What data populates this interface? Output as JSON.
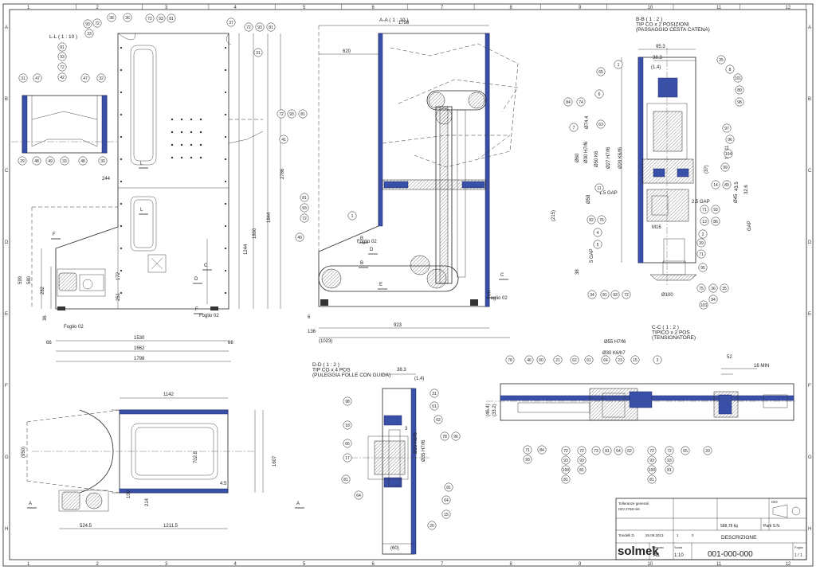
{
  "views": {
    "ll": "L-L ( 1 : 10 )",
    "aa": "A-A ( 1 : 10 )",
    "bb": [
      "B-B ( 1 : 2 )",
      "TIP CO x 2 POSIZIONI",
      "(PASSAGGIO CESTA CATENA)"
    ],
    "dd": [
      "D-D ( 1 : 2 )",
      "TIP CO x 4 POS",
      "(PULEGGIA FOLLE CON GUIDA)"
    ],
    "cc": [
      "C-C ( 1 : 2 )",
      "TIPICO x 2 POS",
      "(TENSIONATORE)"
    ]
  },
  "front_dims": [
    "1530",
    "1662",
    "1798",
    "66",
    "66",
    "244",
    "1244",
    "1800",
    "1844",
    "2786",
    "599",
    "580",
    "282",
    "172",
    "251",
    "36"
  ],
  "side_dims": [
    "1798",
    "620",
    "923",
    "(1023)",
    "136",
    "6"
  ],
  "plan_dims": [
    "1142",
    "524.5",
    "1211.5",
    "(950)",
    "1607",
    "702.8",
    "100",
    "214",
    "4.5"
  ],
  "bb_dims": [
    "95.3",
    "38.3",
    "(1.4)",
    "Ø74.4",
    "Ø30 H7/f6",
    "Ø50 K6",
    "Ø27 H7/f6",
    "Ø20 K6/f6",
    "Ø60",
    "Ø58",
    "Ø45",
    "117.11",
    "(215)",
    "M16",
    "Ø100",
    "5 GAP",
    "1.5 GAP",
    "2.5 GAP",
    "GAP",
    "(37)",
    "43.5",
    "32.6",
    "38"
  ],
  "dd_dims": [
    "38.3",
    "(1.4)",
    "(60)",
    "Ø20 K6/f6",
    "Ø35 H7/f6",
    "3"
  ],
  "cc_dims": [
    "Ø55 H7/f6",
    "Ø30 K6/h7",
    "(46.4)",
    "(33.2)",
    "52",
    "16 MIN"
  ],
  "section_marks": [
    "L",
    "L",
    "F",
    "F",
    "D",
    "C",
    "B",
    "B",
    "E",
    "E",
    "A",
    "A",
    "C",
    "D"
  ],
  "sheet_refs": [
    "Foglio 02",
    "Foglio 02",
    "Foglio 02",
    "Foglio 02"
  ],
  "bubbles": {
    "ll": [
      "81",
      "93",
      "72",
      "42",
      "31",
      "47",
      "47",
      "32",
      "29",
      "48",
      "49",
      "33",
      "48",
      "30"
    ],
    "front": [
      "93",
      "72",
      "38",
      "36",
      "72",
      "93",
      "81",
      "33",
      "37",
      "72",
      "93",
      "81",
      "31",
      "72",
      "93",
      "81",
      "41"
    ],
    "aa": [
      "1",
      "81",
      "93",
      "72",
      "40"
    ],
    "bb_left": [
      "1",
      "65",
      "84",
      "74",
      "6",
      "63",
      "7",
      "11",
      "82",
      "76",
      "4",
      "5",
      "34",
      "81",
      "93",
      "72"
    ],
    "bb_right": [
      "25",
      "8",
      "101",
      "80",
      "98",
      "97",
      "96",
      "104",
      "99",
      "14",
      "89",
      "71",
      "93",
      "13",
      "86",
      "2",
      "39",
      "71",
      "95",
      "36",
      "35",
      "75",
      "94",
      "103"
    ],
    "dd_left": [
      "98",
      "18",
      "66",
      "17",
      "81",
      "64"
    ],
    "dd_right": [
      "31",
      "61",
      "62",
      "78",
      "96",
      "81",
      "64",
      "15",
      "20"
    ],
    "cc_top": [
      "78",
      "46",
      "60",
      "21",
      "62",
      "61",
      "64",
      "23",
      "15",
      "3"
    ],
    "cc_bottom": [
      "71",
      "93",
      "84",
      "72",
      "93",
      "100",
      "81",
      "72",
      "93",
      "81",
      "73",
      "81",
      "64",
      "62",
      "72",
      "93",
      "100",
      "81",
      "72",
      "93",
      "81",
      "65",
      "20"
    ]
  },
  "grid": {
    "cols": [
      "1",
      "2",
      "3",
      "4",
      "5",
      "6",
      "7",
      "8",
      "9",
      "10",
      "11",
      "12"
    ],
    "rows": [
      "A",
      "B",
      "C",
      "D",
      "E",
      "F",
      "G",
      "H"
    ]
  },
  "title_block": {
    "company": "solmek",
    "drawing_number": "001-000-000",
    "description_label": "DESCRIZIONE",
    "material": "Parti S.N.",
    "mass": "588,78 kg",
    "scale_label": "Scala",
    "scale": "1:10",
    "format_label": "Formato",
    "format": "A1",
    "sheet_label": "Foglio",
    "sheet": "1 / 1",
    "author": "Tondelli D.",
    "date": "26.09.2013",
    "quantity": "1",
    "revision": "0",
    "tolerance_label": "Tolleranze generali",
    "tolerance_class": "ISO 2768-mK",
    "projection": "ISO"
  }
}
